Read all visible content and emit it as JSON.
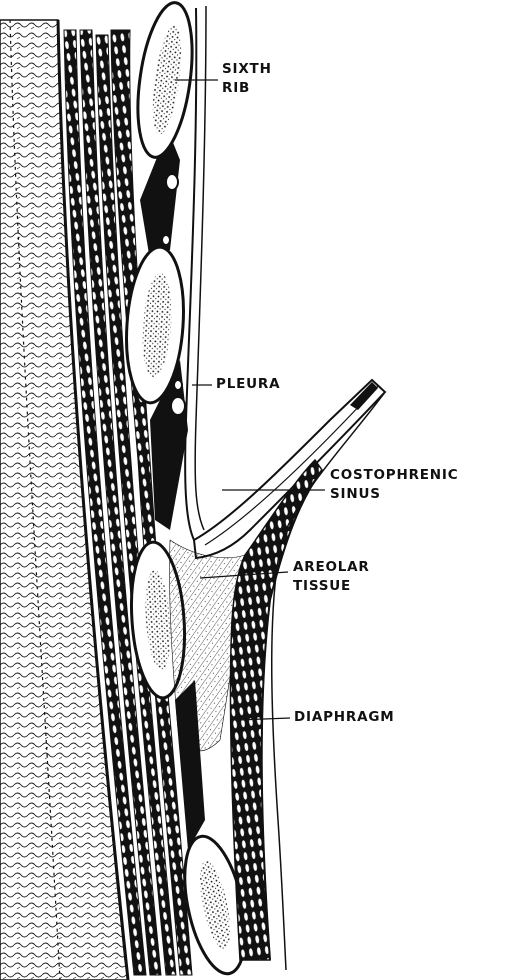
{
  "figure": {
    "ink_color": "#111111",
    "paper_color": "#ffffff",
    "labels": {
      "sixth_rib": [
        "SIXTH",
        "RIB"
      ],
      "pleura": [
        "PLEURA"
      ],
      "costophrenic_sinus": [
        "COSTOPHRENIC",
        "SINUS"
      ],
      "areolar_tissue": [
        "AREOLAR",
        "TISSUE"
      ],
      "diaphragm": [
        "DIAPHRAGM"
      ]
    }
  }
}
